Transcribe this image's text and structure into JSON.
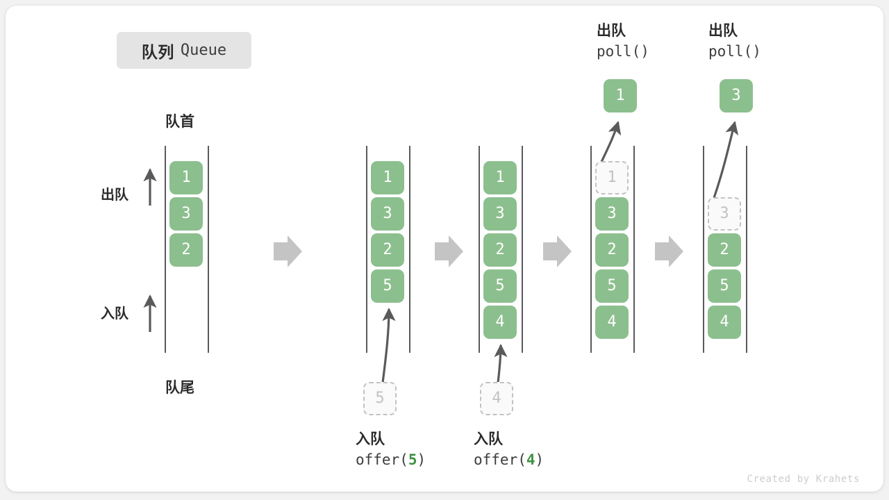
{
  "diagram": {
    "title_cn": "队列",
    "title_en": "Queue",
    "front_label": "队首",
    "rear_label": "队尾",
    "dequeue_label": "出队",
    "enqueue_label": "入队",
    "watermark": "Created by Krahets",
    "colors": {
      "element_fill": "#8cbf8e",
      "element_text": "#ffffff",
      "ghost_border": "#c2c2c2",
      "ghost_text": "#c2c2c2",
      "rail": "#5a5a5a",
      "arrow_gray": "#5a5a5a",
      "transition_arrow": "#c4c4c4",
      "chip_bg": "#e4e4e4",
      "accent_green": "#3f9142",
      "card_bg": "#ffffff",
      "page_bg": "#f2f2f2"
    },
    "columns": [
      {
        "name": "initial-queue",
        "cells": [
          {
            "value": "1",
            "state": "filled"
          },
          {
            "value": "3",
            "state": "filled"
          },
          {
            "value": "2",
            "state": "filled"
          }
        ]
      },
      {
        "name": "after-offer-5",
        "cells": [
          {
            "value": "1",
            "state": "filled"
          },
          {
            "value": "3",
            "state": "filled"
          },
          {
            "value": "2",
            "state": "filled"
          },
          {
            "value": "5",
            "state": "filled"
          }
        ],
        "incoming": {
          "value": "5",
          "state": "ghost"
        },
        "caption_cn": "入队",
        "caption_code_prefix": "offer(",
        "caption_code_arg": "5",
        "caption_code_suffix": ")"
      },
      {
        "name": "after-offer-4",
        "cells": [
          {
            "value": "1",
            "state": "filled"
          },
          {
            "value": "3",
            "state": "filled"
          },
          {
            "value": "2",
            "state": "filled"
          },
          {
            "value": "5",
            "state": "filled"
          },
          {
            "value": "4",
            "state": "filled"
          }
        ],
        "incoming": {
          "value": "4",
          "state": "ghost"
        },
        "caption_cn": "入队",
        "caption_code_prefix": "offer(",
        "caption_code_arg": "4",
        "caption_code_suffix": ")"
      },
      {
        "name": "after-poll-1",
        "cells": [
          {
            "value": "1",
            "state": "ghost"
          },
          {
            "value": "3",
            "state": "filled"
          },
          {
            "value": "2",
            "state": "filled"
          },
          {
            "value": "5",
            "state": "filled"
          },
          {
            "value": "4",
            "state": "filled"
          }
        ],
        "outgoing": {
          "value": "1",
          "state": "filled"
        },
        "caption_cn": "出队",
        "caption_code_prefix": "poll(",
        "caption_code_arg": "",
        "caption_code_suffix": ")"
      },
      {
        "name": "after-poll-3",
        "cells": [
          {
            "value": "",
            "state": "empty"
          },
          {
            "value": "3",
            "state": "ghost"
          },
          {
            "value": "2",
            "state": "filled"
          },
          {
            "value": "5",
            "state": "filled"
          },
          {
            "value": "4",
            "state": "filled"
          }
        ],
        "outgoing": {
          "value": "3",
          "state": "filled"
        },
        "caption_cn": "出队",
        "caption_code_prefix": "poll(",
        "caption_code_arg": "",
        "caption_code_suffix": ")"
      }
    ],
    "transition_arrows": 4
  }
}
